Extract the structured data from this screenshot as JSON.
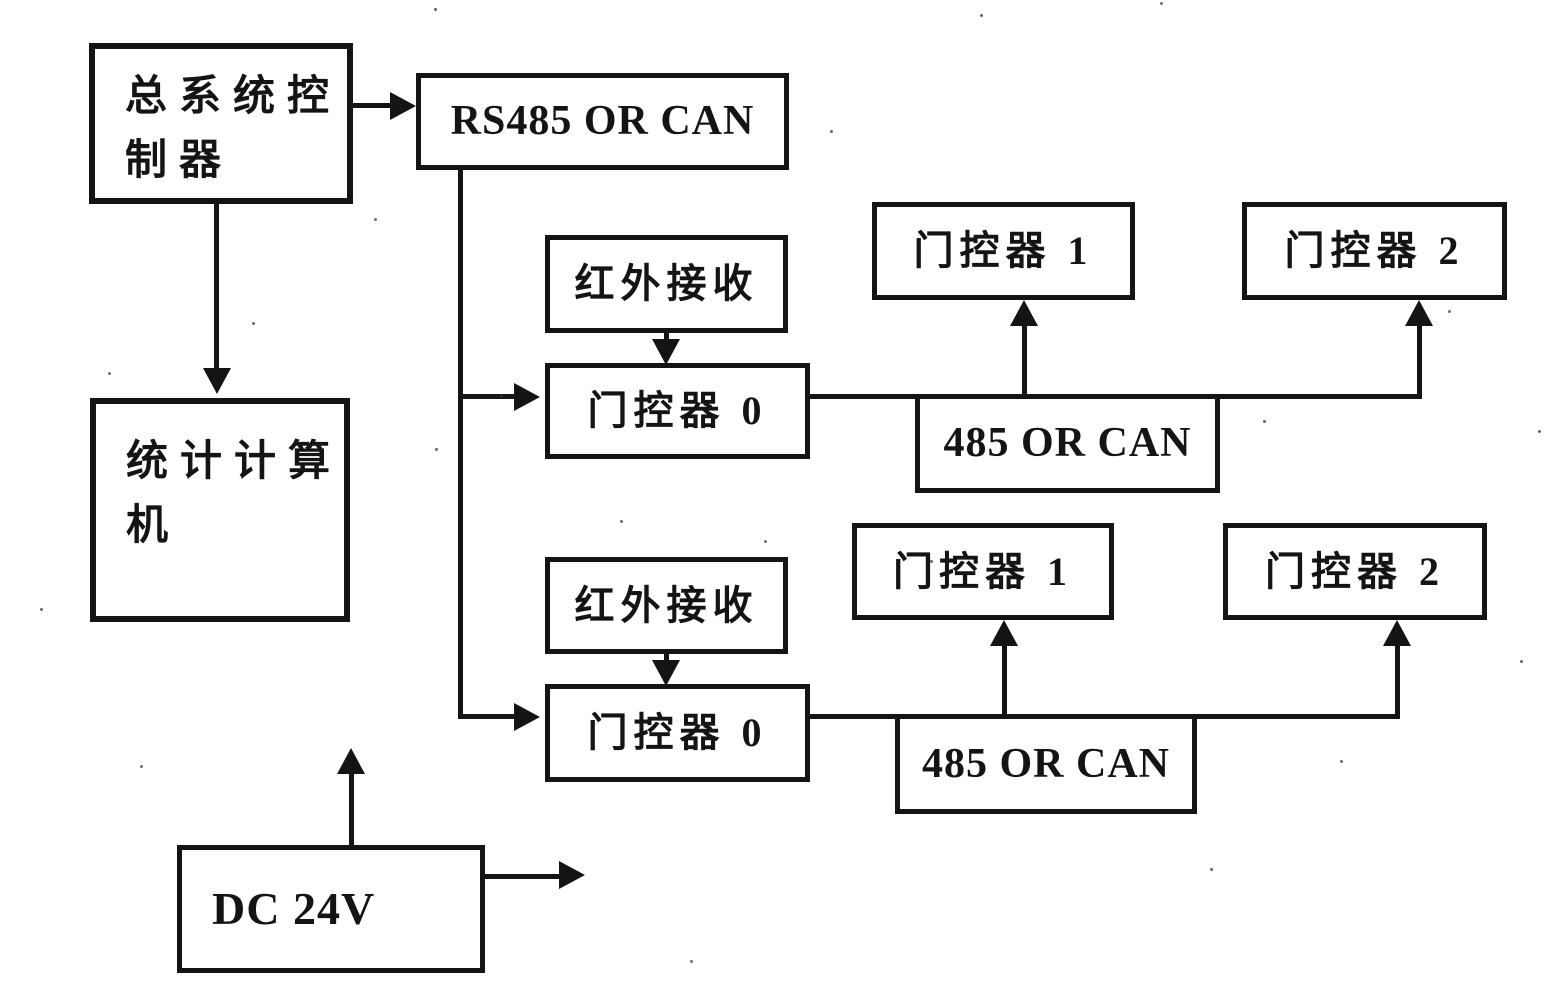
{
  "figure": {
    "type": "block-diagram",
    "colors": {
      "ink": "#141414",
      "paper": "#ffffff"
    }
  },
  "boxes": {
    "master": {
      "line1": "总系统控",
      "line2": "制器"
    },
    "rs485": {
      "label": "RS485 OR CAN"
    },
    "stats": {
      "line1": "统计计算",
      "line2": "机"
    },
    "group1": {
      "ir": {
        "label": "红外接收"
      },
      "door0": {
        "label": "门控器 0"
      },
      "door1": {
        "label": "门控器 1"
      },
      "door2": {
        "label": "门控器 2"
      },
      "bus": {
        "label": "485 OR CAN"
      }
    },
    "group2": {
      "ir": {
        "label": "红外接收"
      },
      "door0": {
        "label": "门控器 0"
      },
      "door1": {
        "label": "门控器 1"
      },
      "door2": {
        "label": "门控器 2"
      },
      "bus": {
        "label": "485 OR CAN"
      }
    },
    "power": {
      "label": "DC 24V"
    }
  }
}
